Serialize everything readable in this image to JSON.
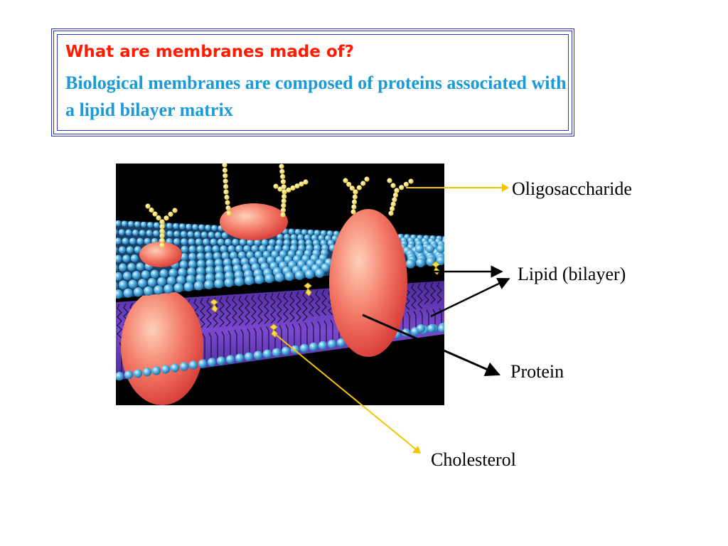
{
  "header": {
    "question": "What are membranes made of?",
    "body": "Biological membranes are composed of proteins associated with a lipid bilayer matrix"
  },
  "diagram": {
    "labels": {
      "oligosaccharide": "Oligosaccharide",
      "lipid": "Lipid (bilayer)",
      "protein": "Protein",
      "cholesterol": "Cholesterol"
    },
    "colors": {
      "title_border": "#2a35c8",
      "question_text": "#ff1a00",
      "body_text": "#1a9ad6",
      "background": "#000000",
      "lipid_head": "#4fb0e0",
      "bilayer": "#6a3cc0",
      "protein": "#f06060",
      "sugar": "#f5e05a",
      "yellow_pointer": "#f5c400",
      "black_pointer": "#000000"
    }
  }
}
